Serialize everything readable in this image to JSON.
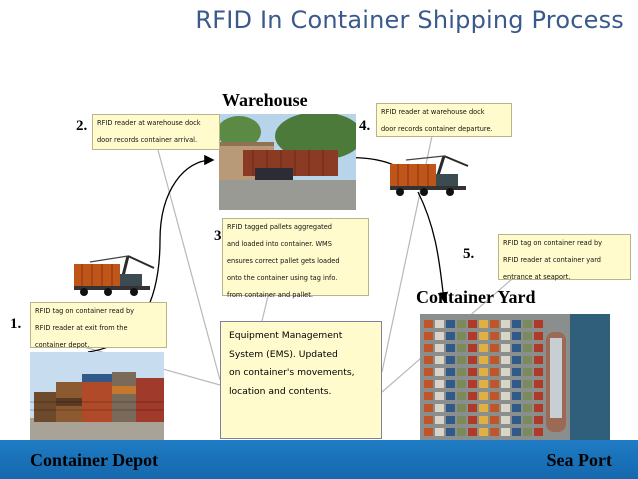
{
  "title": "RFID In Container Shipping Process",
  "locations": {
    "warehouse": "Warehouse",
    "container_yard": "Container Yard",
    "container_depot": "Container Depot",
    "sea_port": "Sea Port"
  },
  "steps": [
    {
      "number": "1.",
      "text": "RFID tag on container read by\nRFID reader at exit from the\ncontainer depot."
    },
    {
      "number": "2.",
      "text": "RFID reader at warehouse dock\ndoor records container arrival."
    },
    {
      "number": "3.",
      "text": "RFID tagged pallets aggregated\nand loaded into container. WMS\nensures correct pallet gets loaded\nonto the container using tag info.\nfrom container and pallet."
    },
    {
      "number": "4.",
      "text": "RFID reader at warehouse dock\ndoor records container departure."
    },
    {
      "number": "5.",
      "text": "RFID tag on container read by\nRFID reader at container yard\nentrance at seaport."
    }
  ],
  "ems": "Equipment Management\nSystem (EMS). Updated\non container's movements,\nlocation and contents.",
  "colors": {
    "title": "#3a5a8c",
    "note_bg": "#fffbcc",
    "bottom_bar": "#1f7cc4"
  }
}
